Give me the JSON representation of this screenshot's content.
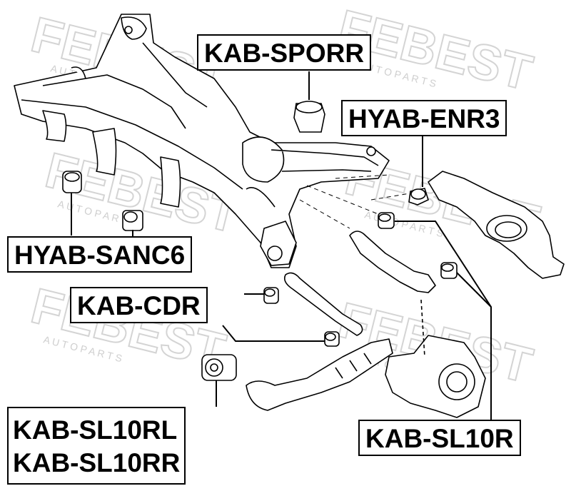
{
  "watermark": {
    "brand": "FEBEST",
    "sub": "A U T O   P A R T S",
    "color": "#d9d9d9"
  },
  "labels": {
    "kab_sporr": "KAB-SPORR",
    "hyab_enr3": "HYAB-ENR3",
    "hyab_sanc6": "HYAB-SANC6",
    "kab_cdr": "KAB-CDR",
    "kab_sl10r": "KAB-SL10R",
    "kab_sl10rl": "KAB-SL10RL",
    "kab_sl10rr": "KAB-SL10RR"
  }
}
